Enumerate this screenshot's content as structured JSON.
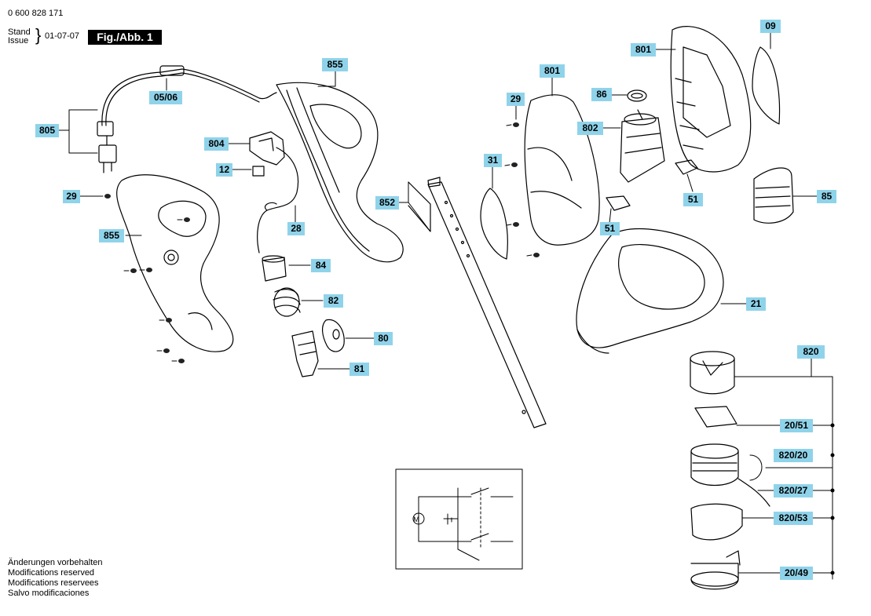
{
  "header": {
    "part_number": "0 600 828 171",
    "stand": "Stand",
    "issue": "Issue",
    "brace": "}",
    "date": "01-07-07",
    "figure": "Fig./Abb. 1"
  },
  "labels": {
    "l0506": "05/06",
    "l805": "805",
    "l29a": "29",
    "l855a": "855",
    "l855b": "855",
    "l804": "804",
    "l12": "12",
    "l28": "28",
    "l84": "84",
    "l82": "82",
    "l80": "80",
    "l81": "81",
    "l852": "852",
    "l801a": "801",
    "l29b": "29",
    "l31": "31",
    "l86": "86",
    "l802": "802",
    "l51a": "51",
    "l801b": "801",
    "l09": "09",
    "l51b": "51",
    "l85": "85",
    "l21": "21",
    "l820": "820",
    "l2051": "20/51",
    "l82020": "820/20",
    "l82027": "820/27",
    "l82053": "820/53",
    "l2049": "20/49"
  },
  "schematic": {
    "motor": "M"
  },
  "notes": [
    "Änderungen vorbehalten",
    "Modifications reserved",
    "Modifications reservees",
    "Salvo modificaciones"
  ]
}
